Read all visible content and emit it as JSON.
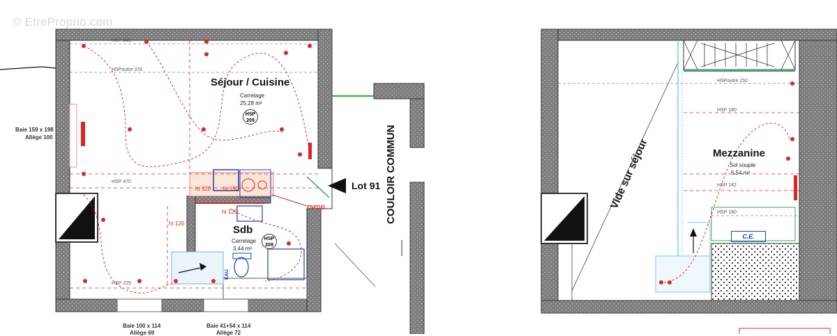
{
  "watermark": "© EtreProprio.com",
  "left_plan": {
    "room_sejour": {
      "name": "Séjour / Cuisine",
      "floor": "Carrelage",
      "area": "25.28 m²"
    },
    "hsp_badge_sejour": {
      "label": "HSP",
      "value": "209"
    },
    "room_sdb": {
      "name": "Sdb",
      "floor": "Carrelage",
      "area": "3.44 m²"
    },
    "hsp_badge_sdb": {
      "label": "HSP",
      "value": "209"
    },
    "hsp_lines": [
      "HSP 349",
      "HSPoutre 378",
      "HSP 470",
      "HSP 225"
    ],
    "window_left": {
      "size": "Baie 159 x 198",
      "allege": "Allège 100"
    },
    "window_bottom_1": {
      "size": "Baie 100 x 114",
      "allege": "Allège 69"
    },
    "window_bottom_2": {
      "size": "Baie 41+54 x 114",
      "allege": "Allège 72"
    },
    "heights": [
      "ht 120",
      "ht 150",
      "ht 120",
      "ht 120"
    ],
    "enedis": "ENEDIS",
    "eau": "EAU",
    "lot": "Lot 91",
    "corridor": "COULOIR COMMUN"
  },
  "right_plan": {
    "room_mezzanine": {
      "name": "Mezzanine",
      "floor": "Sol souple",
      "area": "6.54 m²"
    },
    "hsp_lines": [
      "HSPoutre 150",
      "HSP 180",
      "HSP 242",
      "HSP 180"
    ],
    "void_label": "Vide sur séjour",
    "ce_label": "C.E."
  },
  "colors": {
    "wall": "#9a9a9a",
    "electric": "#e02424",
    "water": "#1a3fb5",
    "door": "#2fa84f"
  }
}
